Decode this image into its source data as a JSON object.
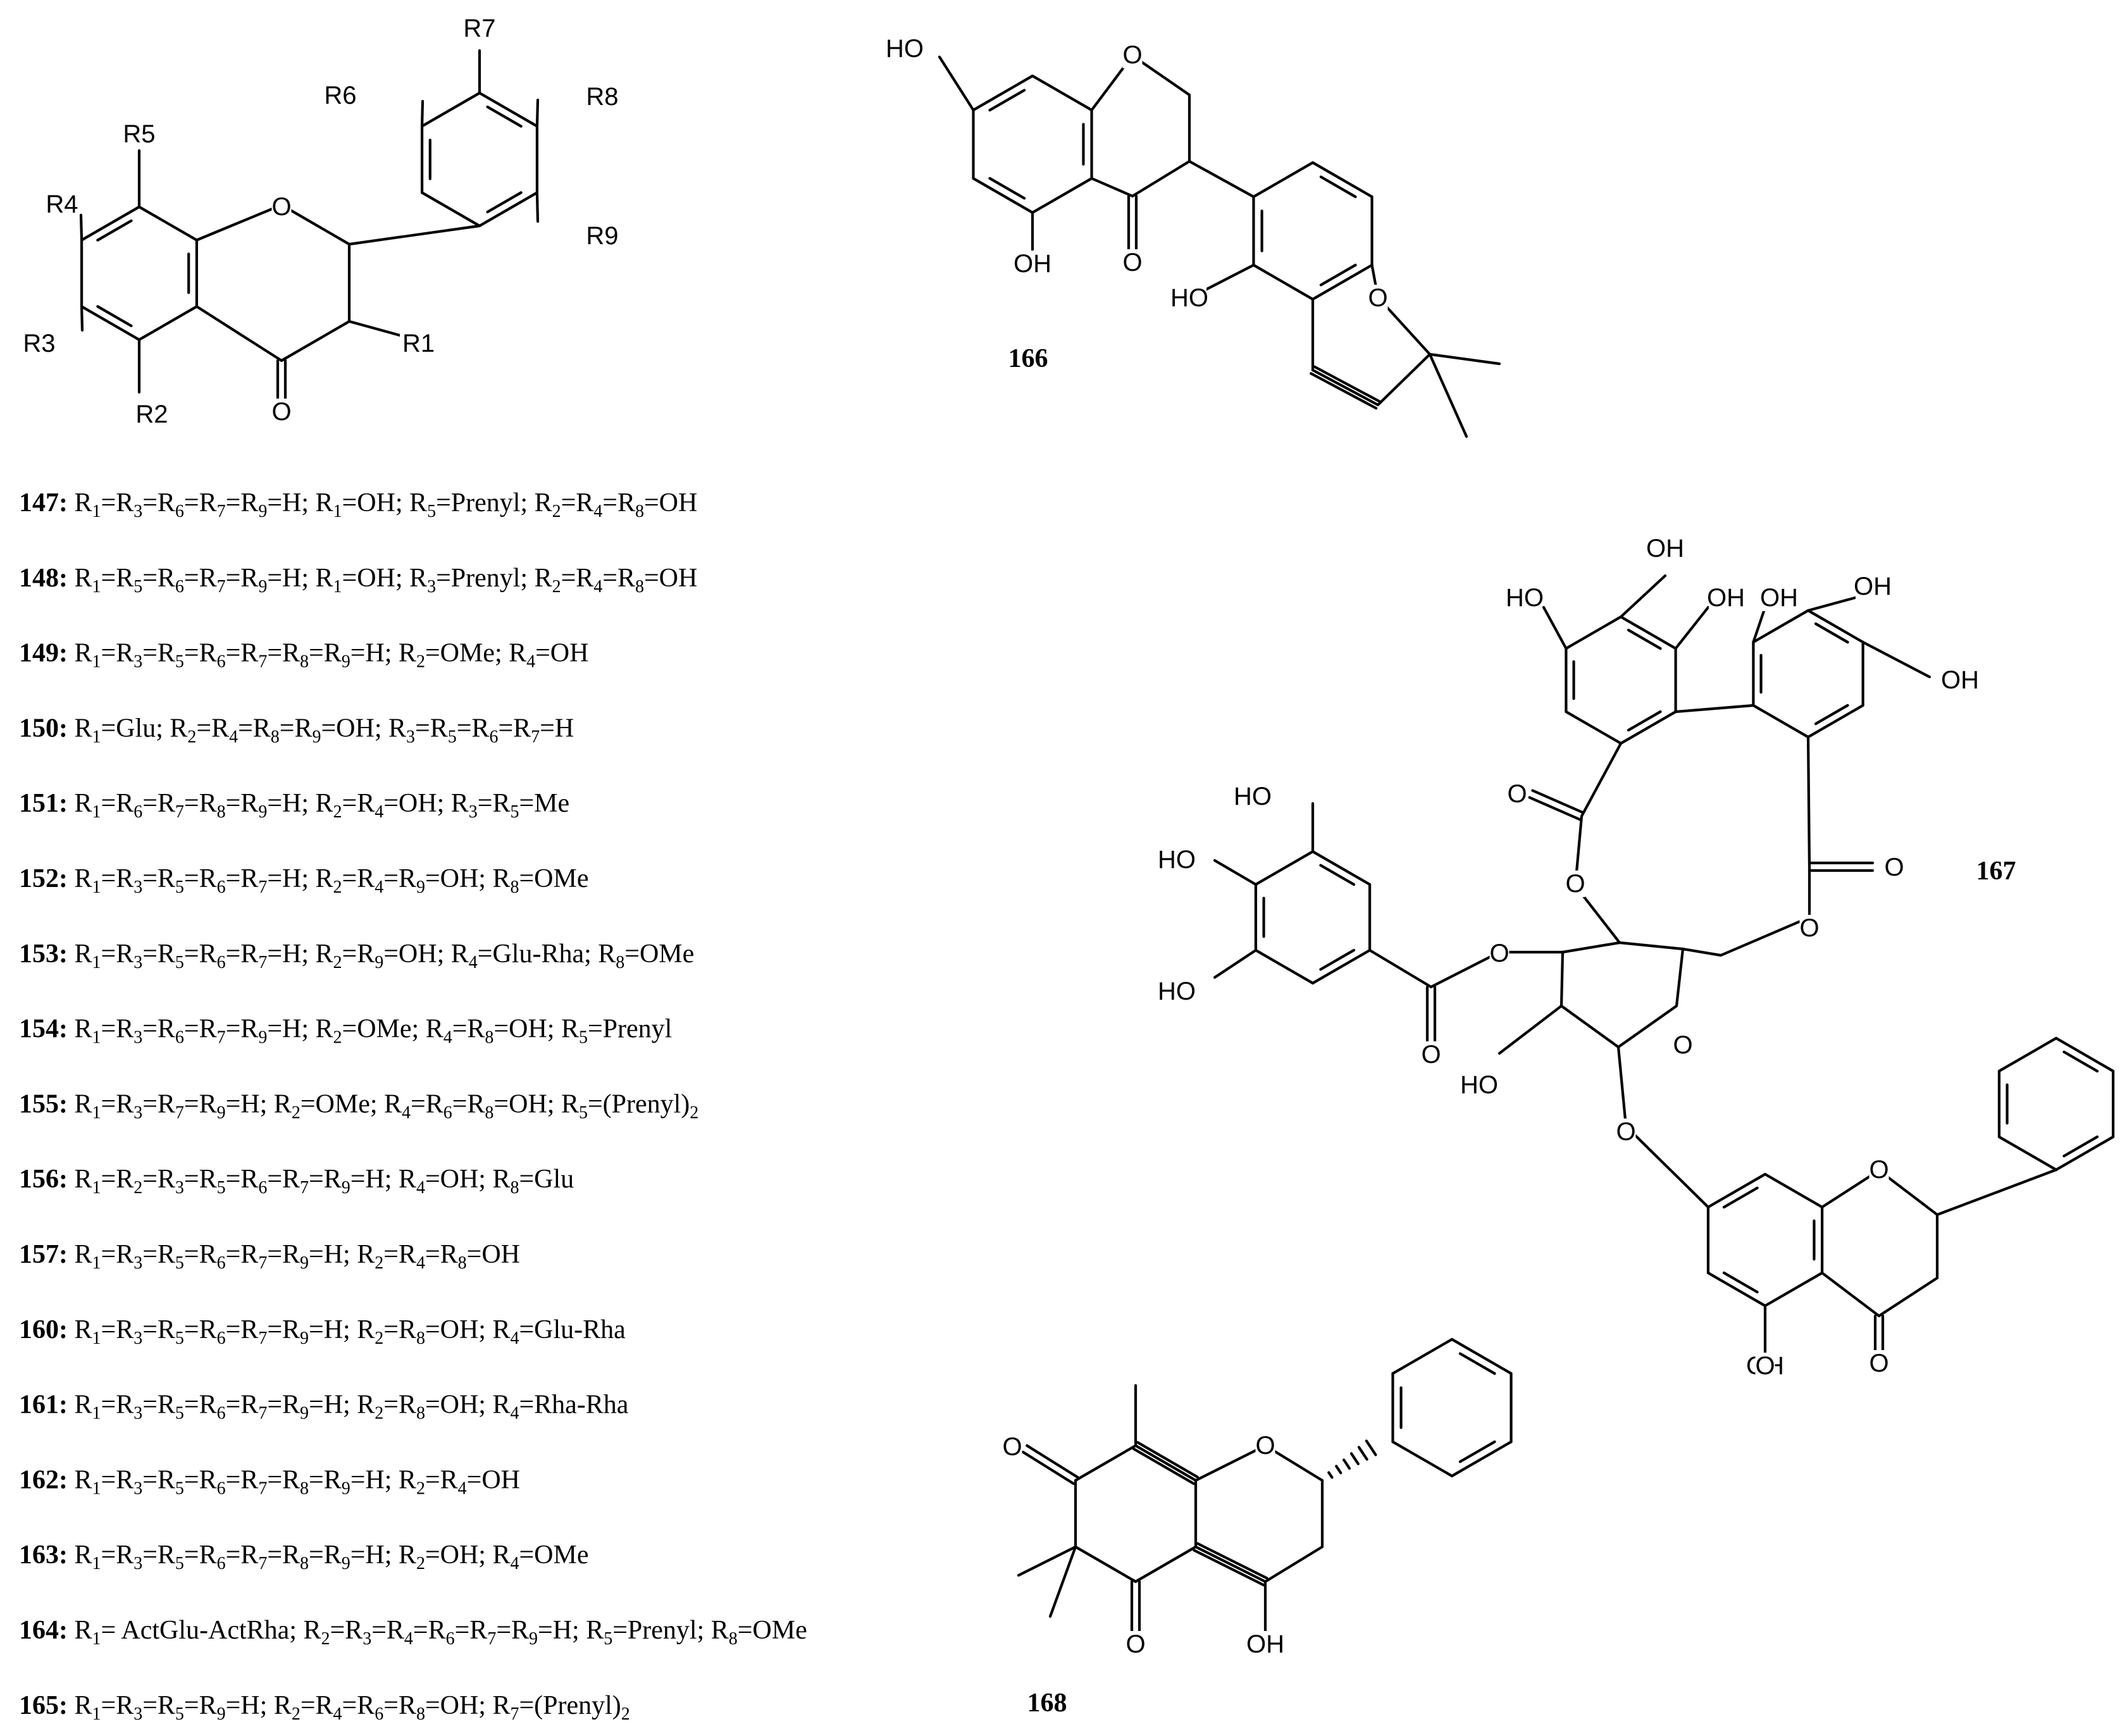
{
  "generic_structure": {
    "labels": [
      "R5",
      "R4",
      "R3",
      "R2",
      "R1",
      "R6",
      "R7",
      "R8",
      "R9",
      "O",
      "O"
    ]
  },
  "compound_166": {
    "id": "166",
    "labels": [
      "HO",
      "O",
      "OH",
      "O",
      "HO",
      "O"
    ]
  },
  "compound_167": {
    "id": "167",
    "labels": [
      "OH",
      "HO",
      "OH",
      "OH",
      "OH",
      "OH",
      "O",
      "O",
      "O",
      "O",
      "HO",
      "HO",
      "HO",
      "O",
      "O",
      "O",
      "HO",
      "O",
      "O",
      "O",
      "OH",
      "O"
    ]
  },
  "compound_168": {
    "id": "168",
    "labels": [
      "O",
      "O",
      "O",
      "OH"
    ]
  },
  "substituent_table": [
    {
      "num": "147",
      "parts": [
        [
          "R",
          "1"
        ],
        [
          "=R",
          "3"
        ],
        [
          "=R",
          "6"
        ],
        [
          "=R",
          "7"
        ],
        [
          "=R",
          "9"
        ],
        [
          "=H; R",
          "1"
        ],
        [
          "=OH; R",
          "5"
        ],
        [
          "=Prenyl; R",
          "2"
        ],
        [
          "=R",
          "4"
        ],
        [
          "=R",
          "8"
        ],
        [
          "=OH",
          ""
        ]
      ]
    },
    {
      "num": "148",
      "parts": [
        [
          "R",
          "1"
        ],
        [
          "=R",
          "5"
        ],
        [
          "=R",
          "6"
        ],
        [
          "=R",
          "7"
        ],
        [
          "=R",
          "9"
        ],
        [
          "=H; R",
          "1"
        ],
        [
          "=OH; R",
          "3"
        ],
        [
          "=Prenyl; R",
          "2"
        ],
        [
          "=R",
          "4"
        ],
        [
          "=R",
          "8"
        ],
        [
          "=OH",
          ""
        ]
      ]
    },
    {
      "num": "149",
      "parts": [
        [
          "R",
          "1"
        ],
        [
          "=R",
          "3"
        ],
        [
          "=R",
          "5"
        ],
        [
          "=R",
          "6"
        ],
        [
          "=R",
          "7"
        ],
        [
          "=R",
          "8"
        ],
        [
          "=R",
          "9"
        ],
        [
          "=H; R",
          "2"
        ],
        [
          "=OMe; R",
          "4"
        ],
        [
          "=OH",
          ""
        ]
      ]
    },
    {
      "num": "150",
      "parts": [
        [
          "R",
          "1"
        ],
        [
          "=Glu; R",
          "2"
        ],
        [
          "=R",
          "4"
        ],
        [
          "=R",
          "8"
        ],
        [
          "=R",
          "9"
        ],
        [
          "=OH; R",
          "3"
        ],
        [
          "=R",
          "5"
        ],
        [
          "=R",
          "6"
        ],
        [
          "=R",
          "7"
        ],
        [
          "=H",
          ""
        ]
      ]
    },
    {
      "num": "151",
      "parts": [
        [
          "R",
          "1"
        ],
        [
          "=R",
          "6"
        ],
        [
          "=R",
          "7"
        ],
        [
          "=R",
          "8"
        ],
        [
          "=R",
          "9"
        ],
        [
          "=H; R",
          "2"
        ],
        [
          "=R",
          "4"
        ],
        [
          "=OH; R",
          "3"
        ],
        [
          "=R",
          "5"
        ],
        [
          "=Me",
          ""
        ]
      ]
    },
    {
      "num": "152",
      "parts": [
        [
          "R",
          "1"
        ],
        [
          "=R",
          "3"
        ],
        [
          "=R",
          "5"
        ],
        [
          "=R",
          "6"
        ],
        [
          "=R",
          "7"
        ],
        [
          "=H; R",
          "2"
        ],
        [
          "=R",
          "4"
        ],
        [
          "=R",
          "9"
        ],
        [
          "=OH; R",
          "8"
        ],
        [
          "=OMe",
          ""
        ]
      ]
    },
    {
      "num": "153",
      "parts": [
        [
          "R",
          "1"
        ],
        [
          "=R",
          "3"
        ],
        [
          "=R",
          "5"
        ],
        [
          "=R",
          "6"
        ],
        [
          "=R",
          "7"
        ],
        [
          "=H; R",
          "2"
        ],
        [
          "=R",
          "9"
        ],
        [
          "=OH; R",
          "4"
        ],
        [
          "=Glu-Rha; R",
          "8"
        ],
        [
          "=OMe",
          ""
        ]
      ]
    },
    {
      "num": "154",
      "parts": [
        [
          "R",
          "1"
        ],
        [
          "=R",
          "3"
        ],
        [
          "=R",
          "6"
        ],
        [
          "=R",
          "7"
        ],
        [
          "=R",
          "9"
        ],
        [
          "=H; R",
          "2"
        ],
        [
          "=OMe; R",
          "4"
        ],
        [
          "=R",
          "8"
        ],
        [
          "=OH; R",
          "5"
        ],
        [
          "=Prenyl",
          ""
        ]
      ]
    },
    {
      "num": "155",
      "parts": [
        [
          "R",
          "1"
        ],
        [
          "=R",
          "3"
        ],
        [
          "=R",
          "7"
        ],
        [
          "=R",
          "9"
        ],
        [
          "=H; R",
          "2"
        ],
        [
          "=OMe; R",
          "4"
        ],
        [
          "=R",
          "6"
        ],
        [
          "=R",
          "8"
        ],
        [
          "=OH; R",
          "5"
        ],
        [
          "=(Prenyl)",
          "2"
        ]
      ]
    },
    {
      "num": "156",
      "parts": [
        [
          "R",
          "1"
        ],
        [
          "=R",
          "2"
        ],
        [
          "=R",
          "3"
        ],
        [
          "=R",
          "5"
        ],
        [
          "=R",
          "6"
        ],
        [
          "=R",
          "7"
        ],
        [
          "=R",
          "9"
        ],
        [
          "=H; R",
          "4"
        ],
        [
          "=OH; R",
          "8"
        ],
        [
          "=Glu",
          ""
        ]
      ]
    },
    {
      "num": "157",
      "parts": [
        [
          "R",
          "1"
        ],
        [
          "=R",
          "3"
        ],
        [
          "=R",
          "5"
        ],
        [
          "=R",
          "6"
        ],
        [
          "=R",
          "7"
        ],
        [
          "=R",
          "9"
        ],
        [
          "=H; R",
          "2"
        ],
        [
          "=R",
          "4"
        ],
        [
          "=R",
          "8"
        ],
        [
          "=OH",
          ""
        ]
      ]
    },
    {
      "num": "160",
      "parts": [
        [
          "R",
          "1"
        ],
        [
          "=R",
          "3"
        ],
        [
          "=R",
          "5"
        ],
        [
          "=R",
          "6"
        ],
        [
          "=R",
          "7"
        ],
        [
          "=R",
          "9"
        ],
        [
          "=H; R",
          "2"
        ],
        [
          "=R",
          "8"
        ],
        [
          "=OH; R",
          "4"
        ],
        [
          "=Glu-Rha",
          ""
        ]
      ]
    },
    {
      "num": "161",
      "parts": [
        [
          "R",
          "1"
        ],
        [
          "=R",
          "3"
        ],
        [
          "=R",
          "5"
        ],
        [
          "=R",
          "6"
        ],
        [
          "=R",
          "7"
        ],
        [
          "=R",
          "9"
        ],
        [
          "=H; R",
          "2"
        ],
        [
          "=R",
          "8"
        ],
        [
          "=OH; R",
          "4"
        ],
        [
          "=Rha-Rha",
          ""
        ]
      ]
    },
    {
      "num": "162",
      "parts": [
        [
          "R",
          "1"
        ],
        [
          "=R",
          "3"
        ],
        [
          "=R",
          "5"
        ],
        [
          "=R",
          "6"
        ],
        [
          "=R",
          "7"
        ],
        [
          "=R",
          "8"
        ],
        [
          "=R",
          "9"
        ],
        [
          "=H; R",
          "2"
        ],
        [
          "=R",
          "4"
        ],
        [
          "=OH",
          ""
        ]
      ]
    },
    {
      "num": "163",
      "parts": [
        [
          "R",
          "1"
        ],
        [
          "=R",
          "3"
        ],
        [
          "=R",
          "5"
        ],
        [
          "=R",
          "6"
        ],
        [
          "=R",
          "7"
        ],
        [
          "=R",
          "8"
        ],
        [
          "=R",
          "9"
        ],
        [
          "=H; R",
          "2"
        ],
        [
          "=OH; R",
          "4"
        ],
        [
          "=OMe",
          ""
        ]
      ]
    },
    {
      "num": "164",
      "parts": [
        [
          "R",
          "1"
        ],
        [
          "= ActGlu-ActRha; R",
          "2"
        ],
        [
          "=R",
          "3"
        ],
        [
          "=R",
          "4"
        ],
        [
          "=R",
          "6"
        ],
        [
          "=R",
          "7"
        ],
        [
          "=R",
          "9"
        ],
        [
          "=H; R",
          "5"
        ],
        [
          "=Prenyl; R",
          "8"
        ],
        [
          "=OMe",
          ""
        ]
      ]
    },
    {
      "num": "165",
      "parts": [
        [
          "R",
          "1"
        ],
        [
          "=R",
          "3"
        ],
        [
          "=R",
          "5"
        ],
        [
          "=R",
          "9"
        ],
        [
          "=H; R",
          "2"
        ],
        [
          "=R",
          "4"
        ],
        [
          "=R",
          "6"
        ],
        [
          "=R",
          "8"
        ],
        [
          "=OH; R",
          "7"
        ],
        [
          "=(Prenyl)",
          "2"
        ]
      ]
    }
  ]
}
